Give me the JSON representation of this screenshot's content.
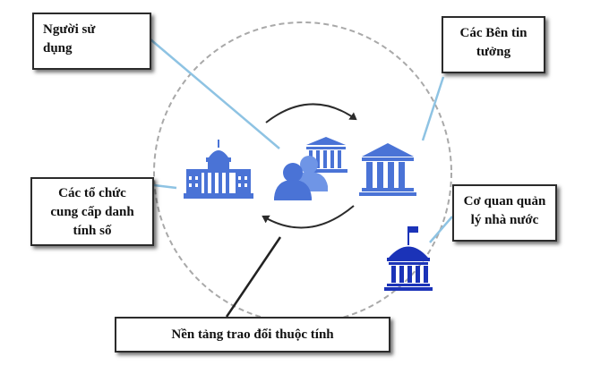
{
  "diagram": {
    "nodes": {
      "user": "Người sử\ndụng",
      "relying_parties": "Các Bên tin\ntưởng",
      "identity_providers": "Các tổ chức\ncung cấp danh\ntính số",
      "government_agency": "Cơ quan quản\nlý nhà nước",
      "attribute_platform": "Nền tảng trao đổi thuộc tính"
    },
    "icons": {
      "identity_providers": "capitol-building-icon",
      "user": "users-with-bank-icon",
      "relying_parties": "bank-icon",
      "government_agency": "flag-building-icon",
      "cycle": "circular-arrows-icon"
    },
    "colors": {
      "icon_blue": "#4a73d6",
      "icon_light": "#6f95e6",
      "government_blue": "#1b33b8",
      "connector_light": "#8ec3e3",
      "connector_dark": "#222222",
      "dashed_circle": "#a9a9a9"
    }
  }
}
